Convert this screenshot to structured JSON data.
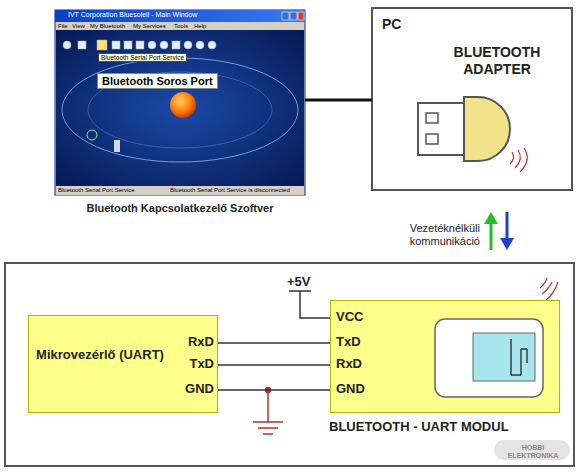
{
  "diagram": {
    "nodes": [
      {
        "text": [
          "Bluetooth Kapcsolatkezelő Szoftver"
        ]
      },
      {
        "text": [
          "Bluetooth Soros Port"
        ],
        "in": 0
      },
      {
        "text": [
          "PC",
          "BLUETOOTH ADAPTER"
        ]
      },
      {
        "text": [
          "Mikrovezérlő (UART)"
        ]
      },
      {
        "text": [
          "BLUETOOTH - UART MODUL"
        ]
      }
    ],
    "edges": [
      {
        "from": 0,
        "to": 2,
        "arrow": "none"
      },
      {
        "from": 3,
        "to": 4,
        "arrow": "none"
      },
      {
        "from": 3,
        "to": 4,
        "arrow": "none"
      },
      {
        "from": 3,
        "to": 4,
        "arrow": "none"
      }
    ],
    "labels": [
      "IVT Corporation Bluesoleil - Main Window",
      "File",
      "View",
      "My Bluetooth",
      "My Services",
      "Tools",
      "Help",
      "Bluetooth Serial Port Service",
      "Bluetooth Serial Port Service",
      "Bluetooth Serial Port Service is disconnected",
      "+5V",
      "RxD",
      "TxD",
      "GND",
      "VCC",
      "TxD",
      "RxD",
      "GND",
      "Vezetéknélküli kommunikáció",
      "HOBBI ELEKTRONIKA"
    ]
  }
}
